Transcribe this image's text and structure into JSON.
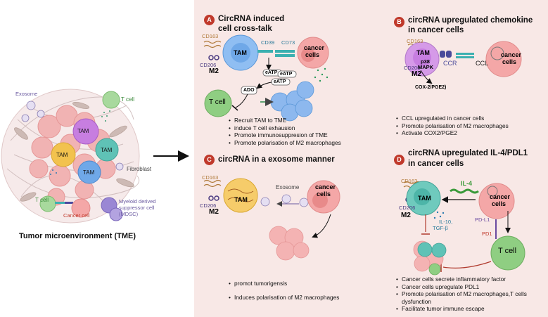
{
  "left": {
    "caption": "Tumor microenvironment (TME)",
    "labels": {
      "exosome": "Exosome",
      "tcell_top": "T cell",
      "tcell_bottom": "T cell",
      "tam1": "TAM",
      "tam2": "TAM",
      "tam3": "TAM",
      "tam4": "TAM",
      "fibroblast": "Fibroblast",
      "cancer_cell": "Cancer cell",
      "mdsc_line1": "Myeloid derived",
      "mdsc_line2": "suppressor cell",
      "mdsc_line3": "(MDSC)"
    }
  },
  "panelA": {
    "badge": "A",
    "title_line1": "CircRNA induced",
    "title_line2": "cell cross-talk",
    "labels": {
      "cd163": "CD163",
      "cd206": "CD206",
      "m2": "M2",
      "tam": "TAM",
      "cd39": "CD39",
      "cd73": "CD73",
      "cancer_line1": "cancer",
      "cancer_line2": "cells",
      "eatp1": "eATP",
      "eatp2": "eATP",
      "eatp3": "eATP",
      "ado": "ADO",
      "tcell": "T cell"
    },
    "bullets": [
      "Recruit TAM to TME",
      "induce T cell exhausion",
      "Promote immunosuppresion of TME",
      "Promote polarisation of M2 macrophages"
    ]
  },
  "panelB": {
    "badge": "B",
    "title_line1": "circRNA upregulated chemokine",
    "title_line2": "in cancer cells",
    "labels": {
      "cd163": "CD163",
      "cd206": "CD206",
      "m2": "M2",
      "tam": "TAM",
      "p38_line1": "p38",
      "p38_line2": "MAPK",
      "ccr": "CCR",
      "ccl": "CCL",
      "cancer_line1": "cancer",
      "cancer_line2": "cells",
      "cox": "COX-2/PGE2)"
    },
    "bullets": [
      "CCL upregulated in cancer cells",
      "Promote polarisation of M2 macrophages",
      "Activate COX2/PGE2"
    ]
  },
  "panelC": {
    "badge": "C",
    "title": "circRNA in a  exosome manner",
    "labels": {
      "cd163": "CD163",
      "cd206": "CD206",
      "m2": "M2",
      "tam": "TAM",
      "exosome": "Exosome",
      "cancer_line1": "cancer",
      "cancer_line2": "cells"
    },
    "bullets": [
      "promot tumorigensis",
      "Induces polarisation of M2 macrophages"
    ]
  },
  "panelD": {
    "badge": "D",
    "title_line1": "circRNA upregulated IL-4/PDL1",
    "title_line2": "in cancer cells",
    "labels": {
      "cd163": "CD163",
      "cd206": "CD206",
      "m2": "M2",
      "tam": "TAM",
      "il4": "IL-4",
      "il10": "IL-10,",
      "tgfb": "TGF-β",
      "cancer_line1": "cancer",
      "cancer_line2": "cells",
      "pdl1": "PD-L1",
      "pd1": "PD1",
      "tcell": "T cell"
    },
    "bullets": [
      "Cancer cells secrete inflammatory factor",
      "Cancer cells upregulate PDL1",
      "Promote  polarisation of M2 macrophages,T cells dysfunction",
      " Facilitate tumor immune escape"
    ]
  },
  "colors": {
    "panel_bg": "#f8e8e6",
    "badge": "#c0392b",
    "tam_blue": "#6fa8e8",
    "tam_teal": "#5fc2b6",
    "tam_purple": "#c77ee0",
    "tam_yellow": "#f2c24e",
    "cancer_pink": "#f0a7a7",
    "tcell_green": "#8fce82",
    "mdsc_purple": "#9a87d4",
    "inhibit_red": "#b03a2e"
  }
}
